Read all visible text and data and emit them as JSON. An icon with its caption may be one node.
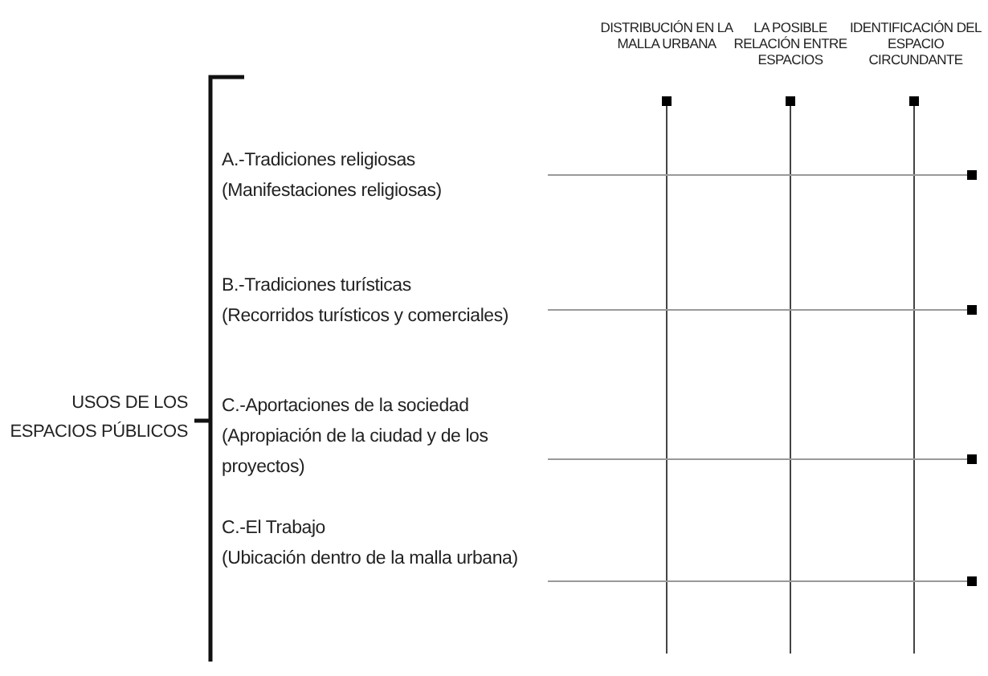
{
  "diagram": {
    "labels": [
      "DISTRIBUCIÓN EN LA MALLA URBANA",
      "LA POSIBLE RELACIÓN ENTRE ESPACIOS",
      "IDENTIFICACIÓN DEL ESPACIO CIRCUNDANTE",
      "A.-Tradiciones religiosas",
      "(Manifestaciones religiosas)",
      "B.-Tradiciones turísticas",
      "(Recorridos turísticos y comerciales)",
      "USOS DE LOS ESPACIOS PÚBLICOS",
      "C.-Aportaciones de la sociedad",
      "(Apropiación de la ciudad y de los proyectos)",
      "C.-El Trabajo",
      "(Ubicación dentro de la malla urbana)"
    ]
  }
}
